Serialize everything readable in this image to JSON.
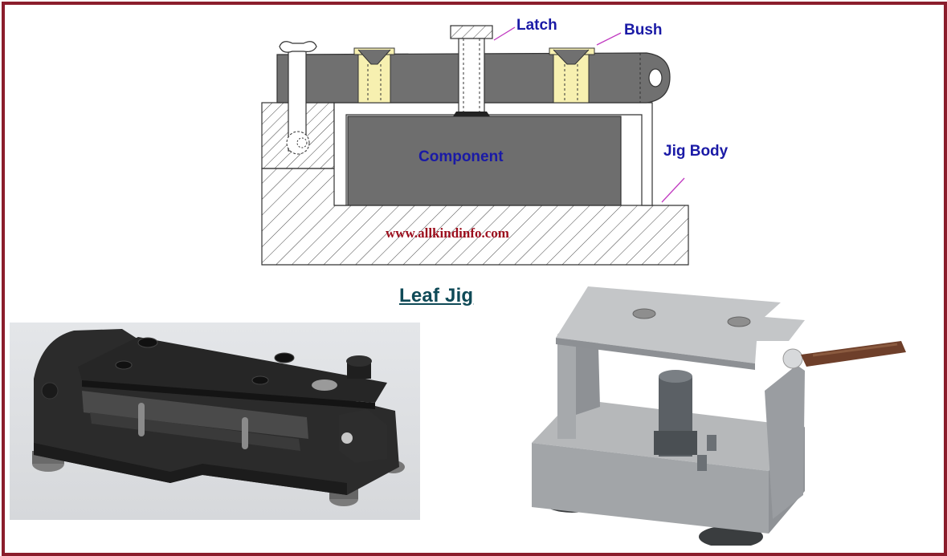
{
  "labels": {
    "latch": "Latch",
    "bush": "Bush",
    "component": "Component",
    "jig_body": "Jig Body",
    "watermark": "www.allkindinfo.com",
    "title": "Leaf Jig"
  },
  "colors": {
    "frame_border": "#8b1d2c",
    "label_blue": "#1a1aa6",
    "watermark_red": "#9b0d1c",
    "title_teal": "#0f4a57",
    "leaf_gray": "#707070",
    "component_gray": "#6e6e6e",
    "bush_yellow": "#f7f0b0"
  }
}
